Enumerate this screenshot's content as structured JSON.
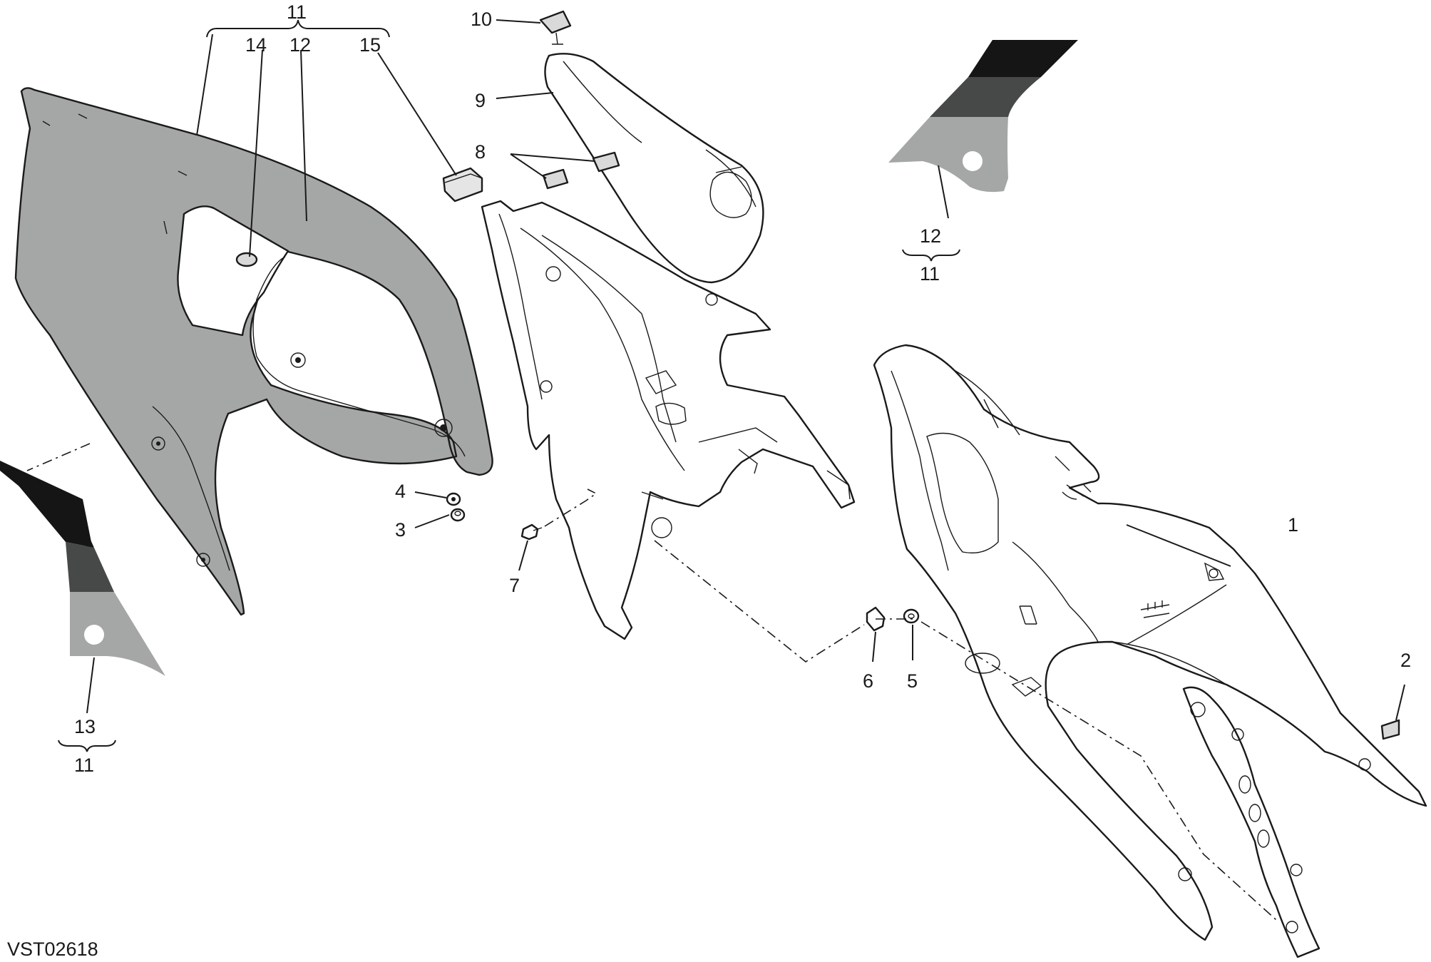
{
  "drawing_code": "VST02618",
  "callouts": {
    "c1": "1",
    "c2": "2",
    "c3": "3",
    "c4": "4",
    "c5": "5",
    "c6": "6",
    "c7": "7",
    "c8": "8",
    "c9": "9",
    "c10": "10",
    "c11_top": "11",
    "c11_right": "11",
    "c11_left": "11",
    "c12_top": "12",
    "c12_right": "12",
    "c13": "13",
    "c14": "14",
    "c15": "15"
  },
  "colors": {
    "decal_light": "#a4a7a6",
    "decal_dark": "#474949",
    "decal_black": "#151515",
    "line": "#1a1a1a"
  }
}
